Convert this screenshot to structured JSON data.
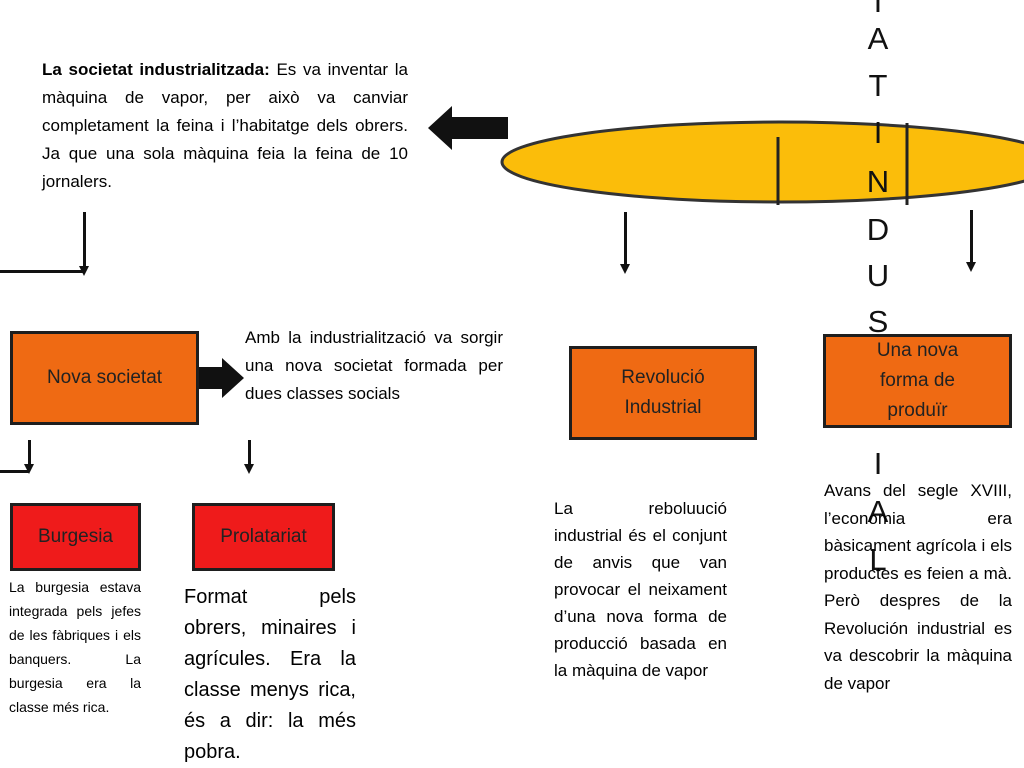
{
  "intro": {
    "title": "La societat industrialitzada:",
    "body": "Es va inventar la màquina de vapor, per això va canviar completament la feina i l’habitatge dels obrers. Ja que una sola màquina feia la feina de 10 jornalers."
  },
  "vertical_title": [
    "T",
    "A",
    "T",
    "I",
    "N",
    "D",
    "U",
    "S",
    "T",
    "R",
    "I",
    "A",
    "L"
  ],
  "nodes": {
    "nova_societat": "Nova societat",
    "revolucio": "Revolució Industrial",
    "nova_forma": "Una nova forma de produïr",
    "burgesia": "Burgesia",
    "proletariat": "Prolatariat"
  },
  "texts": {
    "nova_societat_desc": "Amb la industrialització va sorgir una nova societat formada per dues classes socials",
    "burgesia_desc": "La burgesia estava integrada pels jefes de les fàbriques i els banquers. La burgesia era la classe més rica.",
    "proletariat_desc": "Format pels obrers, minaires i agrícules. Era la classe menys rica, és a dir: la més pobra.",
    "revolucio_desc": "La reboluució industrial és el conjunt de anvis que van provocar el neixament d’una nova forma de producció basada en la màquina de vapor",
    "nova_forma_desc": "Avans del segle XVIII, l’economia era bàsicament agrícola i els productes es feien a mà. Però despres de la Revolución industrial es va descobrir la màquina de vapor"
  },
  "colors": {
    "ellipse": "#fbbd0a",
    "box_orange": "#ef6a13",
    "box_red": "#ef1b1b"
  }
}
